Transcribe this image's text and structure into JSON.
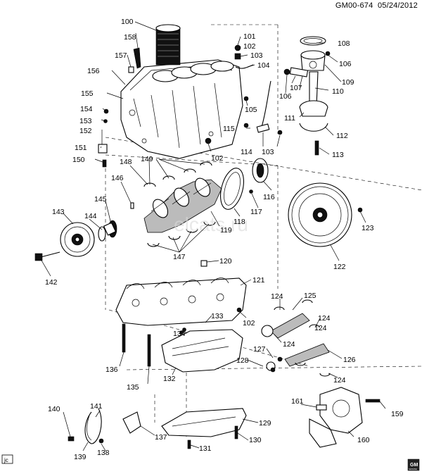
{
  "header": {
    "code": "GM00-674",
    "date": "05/24/2012"
  },
  "watermark": "elcats.ru",
  "badges": {
    "left": "jc",
    "right_top": "GM",
    "right_bottom": "GENUINE"
  },
  "callouts": {
    "c100": "100",
    "c101": "101",
    "c102": "102",
    "c103": "103",
    "c104": "104",
    "c105": "105",
    "c106": "106",
    "c107": "107",
    "c108": "108",
    "c109": "109",
    "c110": "110",
    "c111": "111",
    "c112": "112",
    "c113": "113",
    "c114": "114",
    "c115": "115",
    "c116": "116",
    "c117": "117",
    "c118": "118",
    "c119": "119",
    "c120": "120",
    "c121": "121",
    "c122": "122",
    "c123": "123",
    "c124": "124",
    "c125": "125",
    "c126": "126",
    "c127": "127",
    "c128": "128",
    "c129": "129",
    "c130": "130",
    "c131": "131",
    "c132": "132",
    "c133": "133",
    "c134": "134",
    "c135": "135",
    "c136": "136",
    "c137": "137",
    "c138": "138",
    "c139": "139",
    "c140": "140",
    "c141": "141",
    "c142": "142",
    "c143": "143",
    "c144": "144",
    "c145": "145",
    "c146": "146",
    "c147": "147",
    "c148": "148",
    "c149": "149",
    "c150": "150",
    "c151": "151",
    "c152": "152",
    "c153": "153",
    "c154": "154",
    "c155": "155",
    "c156": "156",
    "c157": "157",
    "c158": "158",
    "c159": "159",
    "c160": "160",
    "c161": "161"
  }
}
